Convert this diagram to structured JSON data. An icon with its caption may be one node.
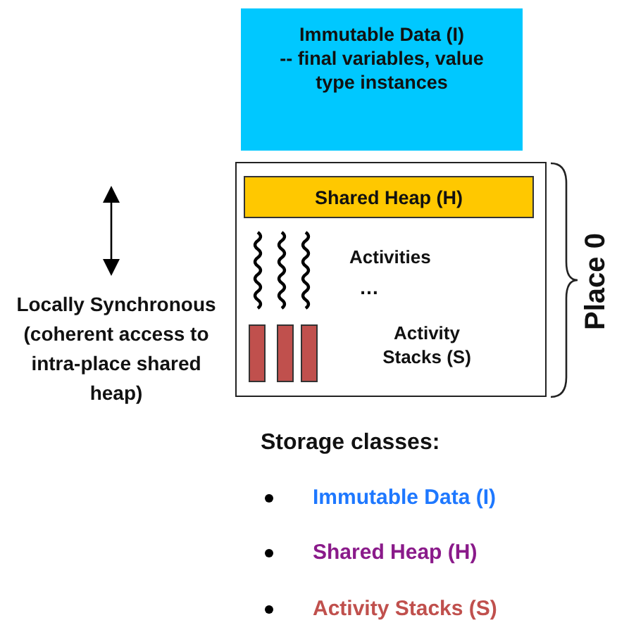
{
  "diagram": {
    "nodes": [
      {
        "text": [
          "Immutable Data (I)",
          "-- final variables, value type instances"
        ]
      },
      {
        "text": [],
        "shape": "box",
        "beside": [
          "Place 0"
        ]
      },
      {
        "text": [
          "Shared Heap (H)"
        ],
        "in": 1
      }
    ],
    "labels": [
      "Activities",
      "…",
      "Activity Stacks (S)",
      "Locally Synchronous (coherent access to intra-place shared heap)",
      "Storage classes:",
      "Immutable Data (I)",
      "Shared Heap (H)",
      "Activity Stacks (S)"
    ]
  }
}
